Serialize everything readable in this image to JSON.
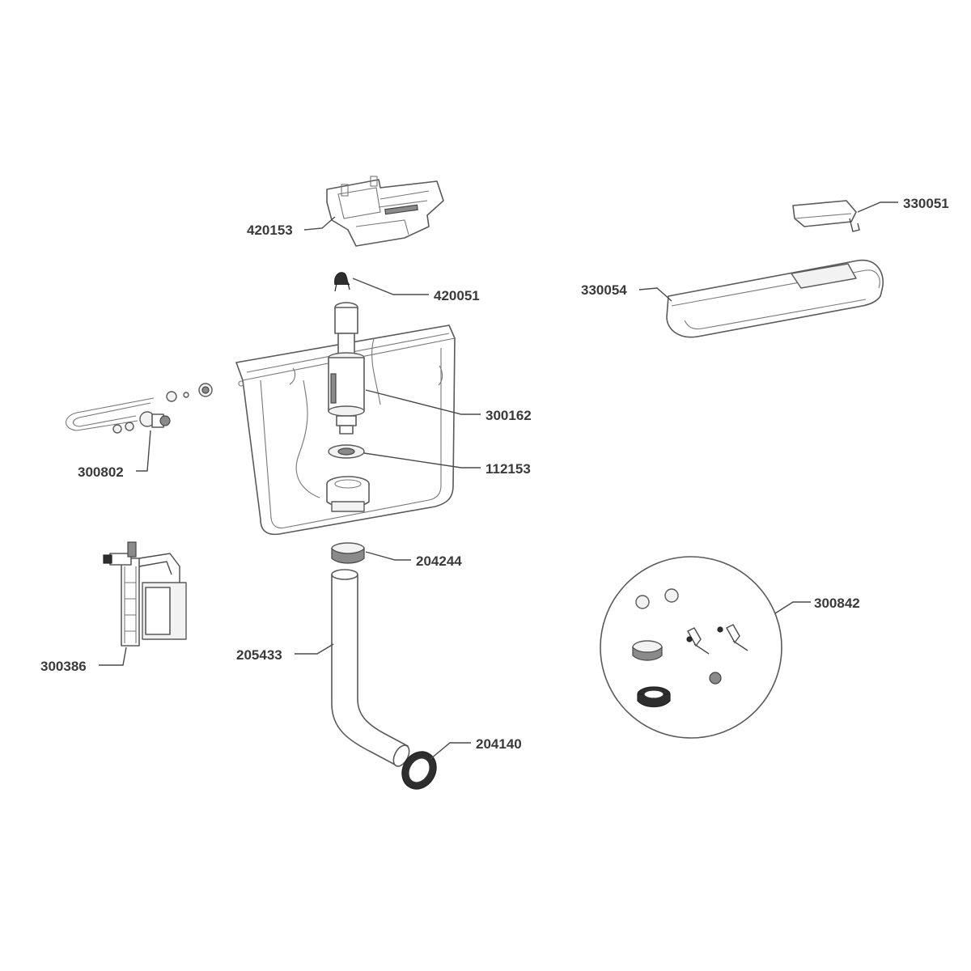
{
  "parts": [
    {
      "id": "p420153",
      "label": "420153"
    },
    {
      "id": "p420051",
      "label": "420051"
    },
    {
      "id": "p330051",
      "label": "330051"
    },
    {
      "id": "p330054",
      "label": "330054"
    },
    {
      "id": "p300162",
      "label": "300162"
    },
    {
      "id": "p112153",
      "label": "112153"
    },
    {
      "id": "p300802",
      "label": "300802"
    },
    {
      "id": "p204244",
      "label": "204244"
    },
    {
      "id": "p300842",
      "label": "300842"
    },
    {
      "id": "p205433",
      "label": "205433"
    },
    {
      "id": "p300386",
      "label": "300386"
    },
    {
      "id": "p204140",
      "label": "204140"
    }
  ]
}
